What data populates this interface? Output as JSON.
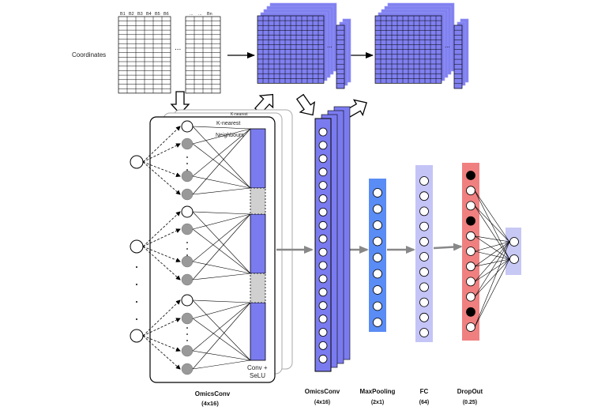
{
  "header_labels": [
    "B1",
    "B2",
    "B3",
    "B4",
    "B5",
    "B6"
  ],
  "header_labels_right": [
    "...",
    "...",
    "Bn"
  ],
  "grid_ellipsis": "...",
  "coordinates_label": "Coordinates",
  "knearest_label": "K-nearest",
  "neighbours_label": "Neighbours",
  "conv_selu_line1": "Conv +",
  "conv_selu_line2": "SeLU",
  "back_card_label": "K-nearest",
  "stages": [
    {
      "name": "OmicsConv",
      "param": "(4x16)"
    },
    {
      "name": "OmicsConv",
      "param": "(4x16)"
    },
    {
      "name": "MaxPooling",
      "param": "(2x1)"
    },
    {
      "name": "FC",
      "param": "(64)"
    },
    {
      "name": "DropOut",
      "param": "(0.25)"
    }
  ],
  "colors": {
    "conv_blue": "#7b7bf0",
    "grid_blue": "#8080f0",
    "maxpool_blue": "#5a8cf5",
    "fc_lavender": "#c4c4f7",
    "dropout_red": "#f08080",
    "output_lavender": "#c8c8f5",
    "neighbour_gray": "#999999"
  }
}
